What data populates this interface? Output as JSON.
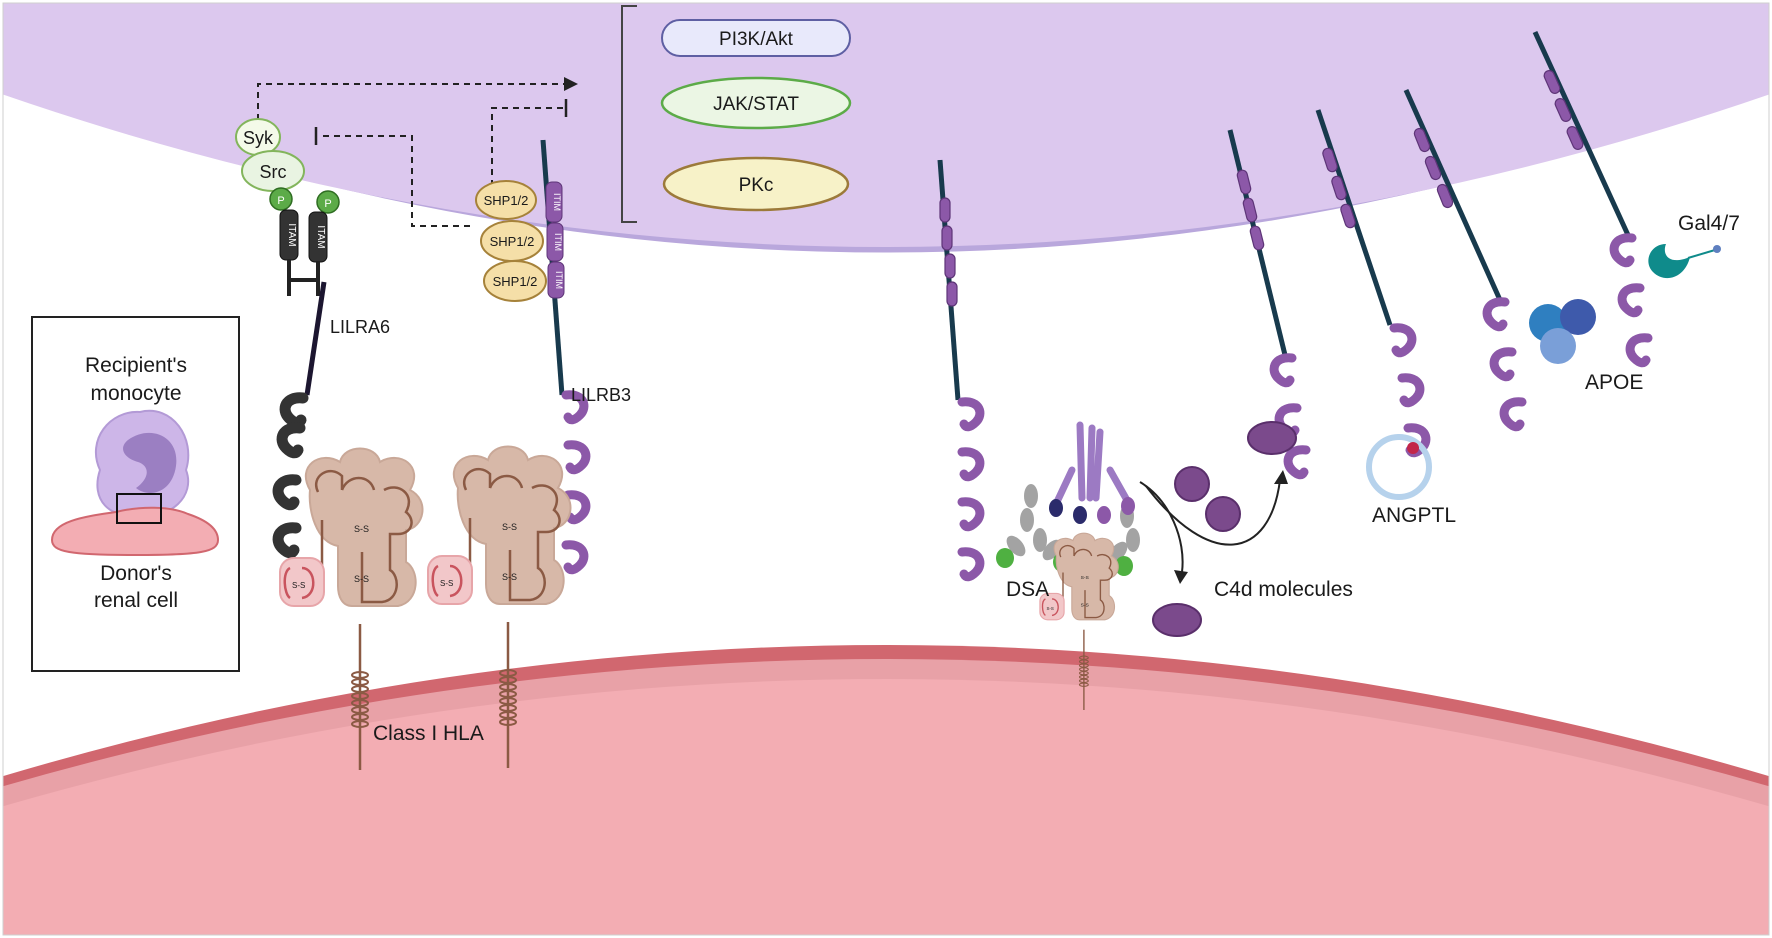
{
  "pathways": [
    "PI3K/Akt",
    "JAK/STAT",
    "PKc"
  ],
  "kinases": {
    "syk": "Syk",
    "src": "Src",
    "phospho": "P"
  },
  "motifs": {
    "itam": "ITAM",
    "itim": "ITIM"
  },
  "phosphatase": "SHP1/2",
  "receptors": {
    "lilra6": "LILRA6",
    "lilrb3": "LILRB3"
  },
  "hla_label": "Class I HLA",
  "inset": {
    "recipient_line1": "Recipient's",
    "recipient_line2": "monocyte",
    "donor_line1": "Donor's",
    "donor_line2": "renal cell"
  },
  "labels": {
    "dsa": "DSA",
    "c4d": "C4d molecules",
    "angptl": "ANGPTL",
    "apoe": "APOE",
    "gal": "Gal4/7"
  },
  "colors": {
    "monocyte": "#dcc8ee",
    "monocyte_membrane": "#9a86c4",
    "renal": "#f3adb3",
    "renal_membrane": "#d1676f",
    "lilrb_domain": "#8c58a8",
    "lilra_domain": "#333333",
    "hla": "#d7b8a8",
    "c4d": "#7b4a8c"
  }
}
